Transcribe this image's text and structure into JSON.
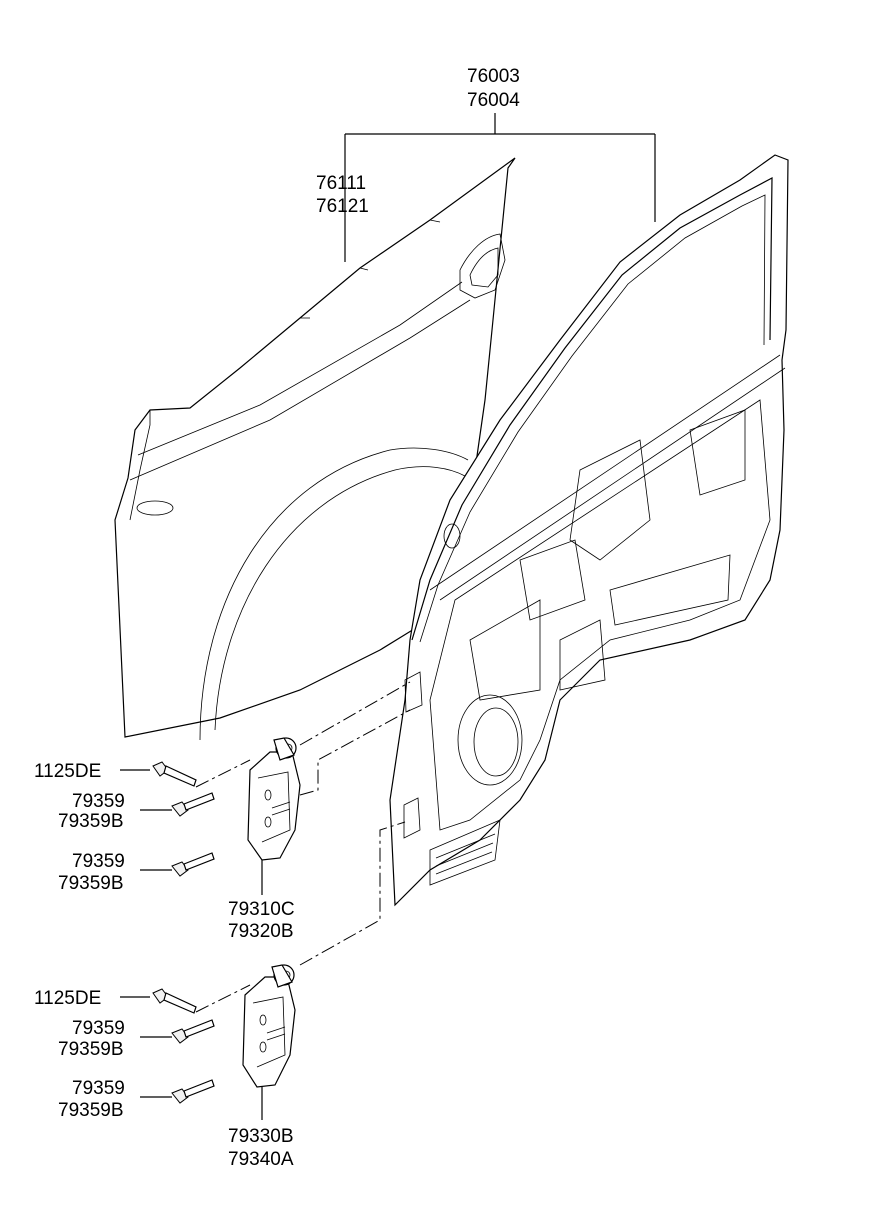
{
  "labels": {
    "door_assembly": [
      "76003",
      "76004"
    ],
    "outer_panel": [
      "76111",
      "76121"
    ],
    "upper_hinge": [
      "79310C",
      "79320B"
    ],
    "lower_hinge": [
      "79330B",
      "79340A"
    ],
    "bolt_a": "1125DE",
    "bolt_b": [
      "79359",
      "79359B"
    ]
  }
}
